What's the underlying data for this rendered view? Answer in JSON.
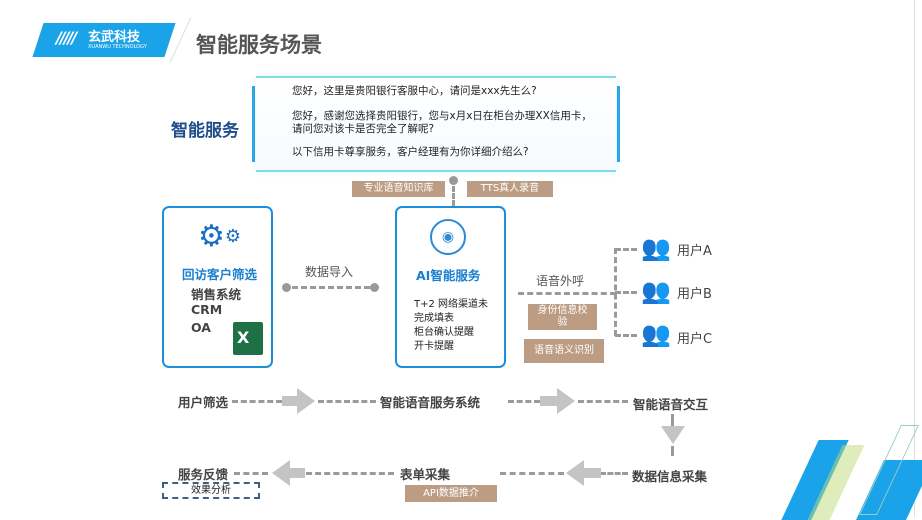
{
  "header": {
    "brand": "玄武科技",
    "brand_sub": "XUANWU TECHNOLOGY",
    "title": "智能服务场景",
    "brand_color": "#1aa3e8"
  },
  "dialog": {
    "section_label": "智能服务",
    "lines": [
      "您好，这里是贵阳银行客服中心，请问是xxx先生么?",
      "您好，感谢您选择贵阳银行，您与x月x日在柜台办理XX信用卡，",
      "请问您对该卡是否完全了解呢?",
      "以下信用卡尊享服务，客户经理有为你详细介绍么?"
    ],
    "tags": [
      "专业语音知识库",
      "TTS真人录音"
    ]
  },
  "left_box": {
    "icon": "gears-icon",
    "title": "回访客户筛选",
    "items": [
      "销售系统",
      "CRM",
      "OA"
    ],
    "file_icon": "excel-icon"
  },
  "import_label": "数据导入",
  "ai_box": {
    "icon": "voice-service-icon",
    "title": "AI智能服务",
    "items": [
      "T+2 网络渠道未",
      "完成填表",
      "柜台确认提醒",
      "开卡提醒"
    ]
  },
  "outbound": {
    "label": "语音外呼",
    "tags": [
      "身份信息校",
      "验",
      "语音语义识别"
    ]
  },
  "users": [
    {
      "label": "用户A",
      "icon": "users-icon"
    },
    {
      "label": "用户B",
      "icon": "users-icon"
    },
    {
      "label": "用户C",
      "icon": "users-icon"
    }
  ],
  "flow": {
    "row1": [
      "用户筛选",
      "智能语音服务系统",
      "智能语音交互"
    ],
    "row2": [
      "服务反馈",
      "表单采集",
      "数据信息采集"
    ],
    "effect": "效果分析",
    "api": "API数据推介"
  },
  "colors": {
    "accent": "#1a8fdc",
    "tag": "#bd9c84",
    "user_icon": "#1a9be8"
  }
}
